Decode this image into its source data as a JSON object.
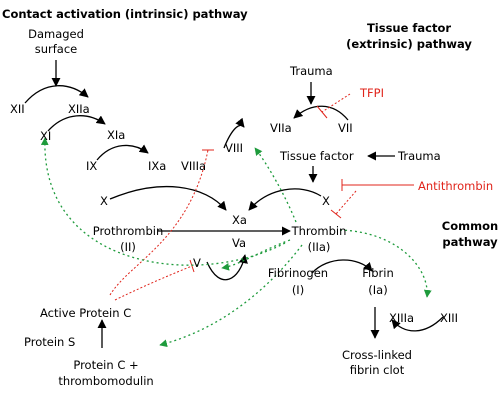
{
  "colors": {
    "black": "#000000",
    "red": "#e0241b",
    "green": "#1e9b3c"
  },
  "headings": {
    "intrinsic": "Contact activation (intrinsic) pathway",
    "extrinsic_1": "Tissue factor",
    "extrinsic_2": "(extrinsic) pathway",
    "common_1": "Common",
    "common_2": "pathway"
  },
  "nodes": {
    "damaged_surface_1": "Damaged",
    "damaged_surface_2": "surface",
    "xii": "XII",
    "xiia": "XIIa",
    "xi": "XI",
    "xia": "XIa",
    "ix": "IX",
    "ixa": "IXa",
    "viiia": "VIIIa",
    "viii": "VIII",
    "trauma_top": "Trauma",
    "tfpi": "TFPI",
    "viia": "VIIa",
    "vii": "VII",
    "tissue_factor": "Tissue factor",
    "trauma_right": "Trauma",
    "x_left": "X",
    "x_right": "X",
    "antithrombin": "Antithrombin",
    "xa": "Xa",
    "prothrombin": "Prothrombin",
    "prothrombin_num": "(II)",
    "thrombin": "Thrombin",
    "thrombin_num": "(IIa)",
    "va": "Va",
    "v": "V",
    "fibrinogen": "Fibrinogen",
    "fibrinogen_num": "(I)",
    "fibrin": "Fibrin",
    "fibrin_num": "(Ia)",
    "active_protein_c": "Active Protein C",
    "protein_s": "Protein S",
    "protein_c_1": "Protein C +",
    "protein_c_2": "thrombomodulin",
    "xiiia": "XIIIa",
    "xiii": "XIII",
    "clot_1": "Cross-linked",
    "clot_2": "fibrin clot"
  }
}
